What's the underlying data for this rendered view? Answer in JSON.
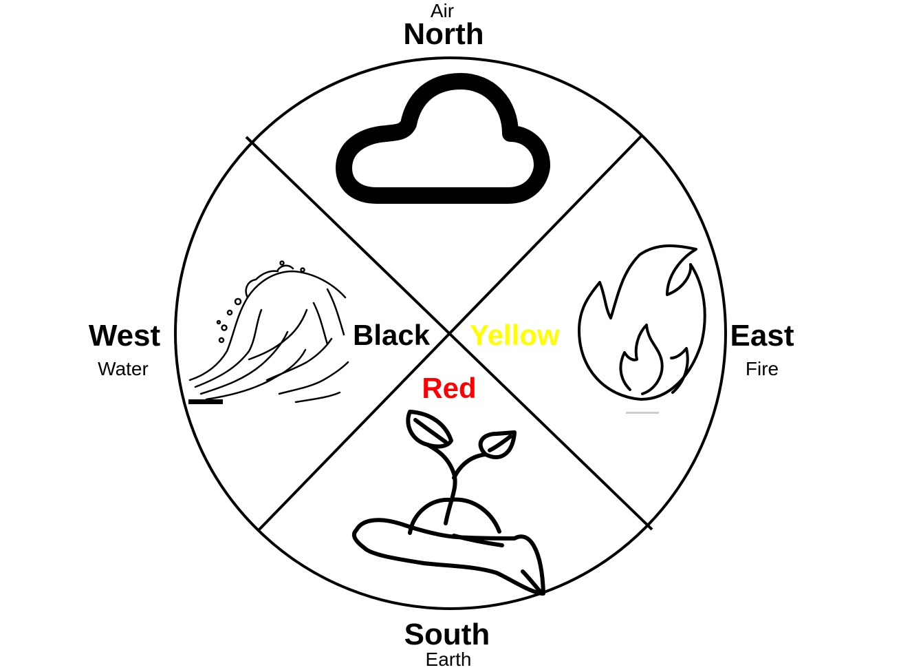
{
  "diagram": {
    "north": {
      "direction": "North",
      "element": "Air"
    },
    "east": {
      "direction": "East",
      "element": "Fire"
    },
    "south": {
      "direction": "South",
      "element": "Earth"
    },
    "west": {
      "direction": "West",
      "element": "Water"
    },
    "colors": {
      "black": {
        "label": "Black",
        "hex": "#000000"
      },
      "yellow": {
        "label": "Yellow",
        "hex": "#FFFF00"
      },
      "red": {
        "label": "Red",
        "hex": "#FF0000"
      }
    },
    "icons": {
      "north": "cloud-icon",
      "east": "flame-icon",
      "south": "hand-sprout-icon",
      "west": "wave-icon"
    }
  }
}
